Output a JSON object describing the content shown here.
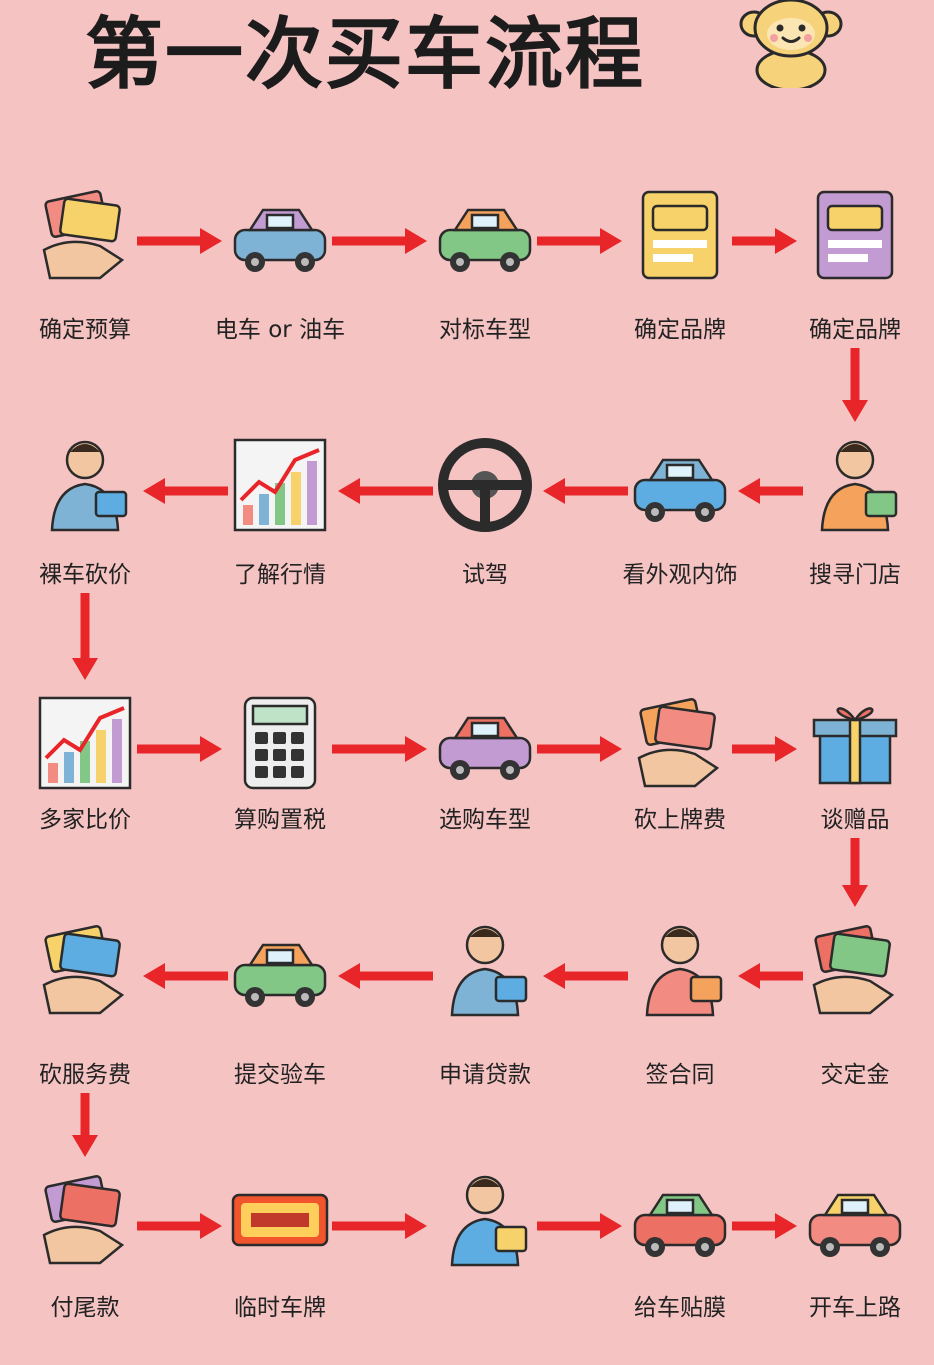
{
  "title": "第一次买车流程",
  "colors": {
    "background": "#f4c3c2",
    "arrow": "#e8262a",
    "text": "#222222"
  },
  "steps": [
    {
      "label": "确定预算",
      "icon": "money-cards-icon"
    },
    {
      "label": "电车 or 油车",
      "icon": "ev-vs-gas-car-icon"
    },
    {
      "label": "对标车型",
      "icon": "sports-car-icon"
    },
    {
      "label": "确定品牌",
      "icon": "brand-logo-icon"
    },
    {
      "label": "确定品牌",
      "icon": "brand-book-icon"
    },
    {
      "label": "搜寻门店",
      "icon": "dealership-icon"
    },
    {
      "label": "看外观内饰",
      "icon": "pink-car-icon"
    },
    {
      "label": "试驾",
      "icon": "steering-wheel-icon"
    },
    {
      "label": "了解行情",
      "icon": "market-trend-icon"
    },
    {
      "label": "裸车砍价",
      "icon": "bargain-hammer-icon"
    },
    {
      "label": "多家比价",
      "icon": "price-compare-icon"
    },
    {
      "label": "算购置税",
      "icon": "calculator-icon"
    },
    {
      "label": "选购车型",
      "icon": "two-cars-icon"
    },
    {
      "label": "砍上牌费",
      "icon": "cut-fee-icon"
    },
    {
      "label": "谈赠品",
      "icon": "gift-box-icon"
    },
    {
      "label": "交定金",
      "icon": "deposit-handover-icon"
    },
    {
      "label": "签合同",
      "icon": "sign-contract-icon"
    },
    {
      "label": "申请贷款",
      "icon": "loan-briefcase-icon"
    },
    {
      "label": "提交验车",
      "icon": "inspect-car-icon"
    },
    {
      "label": "砍服务费",
      "icon": "service-fee-icon"
    },
    {
      "label": "付尾款",
      "icon": "final-payment-icon"
    },
    {
      "label": "临时车牌",
      "icon": "temp-plate-icon"
    },
    {
      "label": "",
      "icon": "license-office-icon"
    },
    {
      "label": "给车贴膜",
      "icon": "car-film-icon"
    },
    {
      "label": "开车上路",
      "icon": "drive-car-icon"
    }
  ]
}
